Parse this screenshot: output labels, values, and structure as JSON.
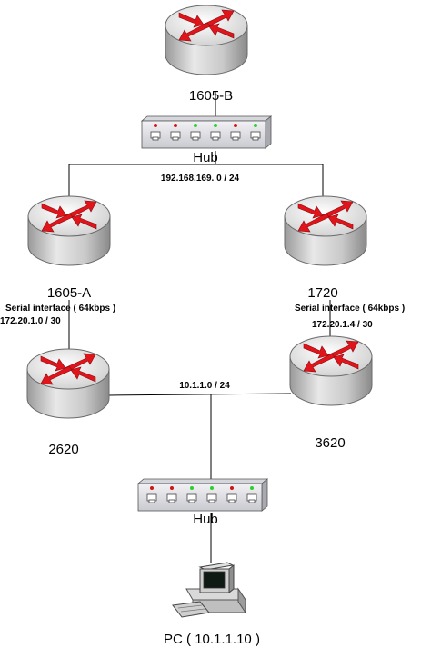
{
  "devices": {
    "router_1605b": "1605-B",
    "router_1605a": "1605-A",
    "router_1720": "1720",
    "router_2620": "2620",
    "router_3620": "3620",
    "hub_top": "Hub",
    "hub_bottom": "Hub",
    "pc": "PC ( 10.1.1.10 )"
  },
  "networks": {
    "top_lan": "192.168.169. 0 / 24",
    "bottom_lan": "10.1.1.0 / 24",
    "serial_left_title": "Serial interface ( 64kbps )",
    "serial_left_net": "172.20.1.0 / 30",
    "serial_right_title": "Serial interface ( 64kbps )",
    "serial_right_net": "172.20.1.4 / 30"
  },
  "colors": {
    "router_body": "#e4e4e4",
    "router_arrows": "#e0141b",
    "hub_body": "#e8e8ec",
    "hub_led_red": "#d21414",
    "hub_led_green": "#2bd12b"
  }
}
